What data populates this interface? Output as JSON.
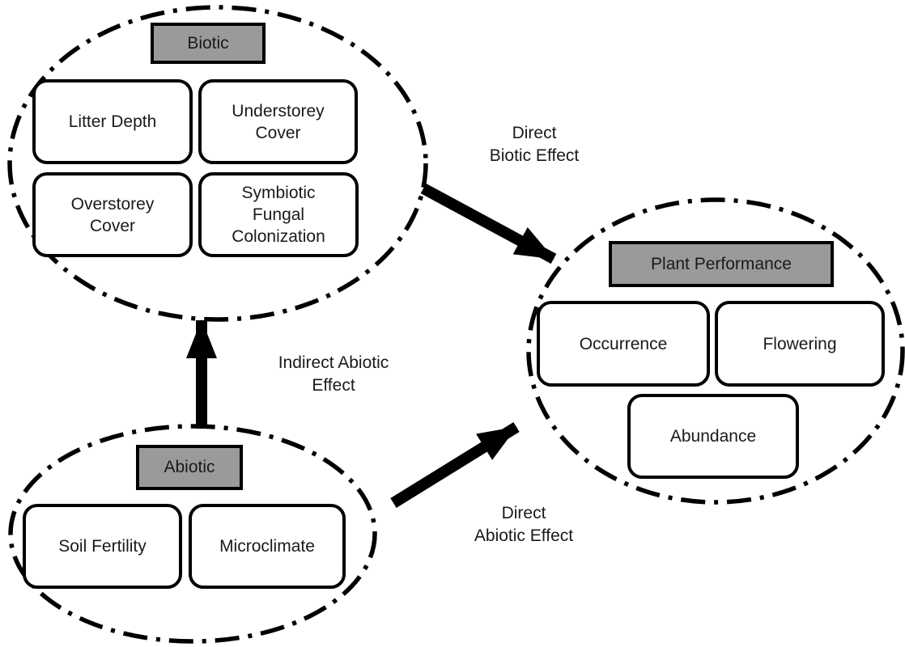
{
  "figure": {
    "groups": [
      {
        "key": "biotic",
        "label": "Biotic",
        "items": [
          {
            "label": "Litter Depth"
          },
          {
            "label": "Understorey Cover"
          },
          {
            "label": "Overstorey Cover"
          },
          {
            "label": "Symbiotic Fungal Colonization"
          }
        ]
      },
      {
        "key": "plant_performance",
        "label": "Plant Performance",
        "items": [
          {
            "label": "Occurrence"
          },
          {
            "label": "Flowering"
          },
          {
            "label": "Abundance"
          }
        ]
      },
      {
        "key": "abiotic",
        "label": "Abiotic",
        "items": [
          {
            "label": "Soil Fertility"
          },
          {
            "label": "Microclimate"
          }
        ]
      }
    ],
    "arrows": [
      {
        "from": "Biotic",
        "to": "Plant Performance",
        "label": "Direct Biotic Effect",
        "lines": [
          "Direct",
          "Biotic Effect"
        ]
      },
      {
        "from": "Abiotic",
        "to": "Biotic",
        "label": "Indirect Abiotic Effect",
        "lines": [
          "Indirect Abiotic",
          "Effect"
        ]
      },
      {
        "from": "Abiotic",
        "to": "Plant Performance",
        "label": "Direct Abiotic Effect",
        "lines": [
          "Direct",
          "Abiotic Effect"
        ]
      }
    ],
    "colors": {
      "header_fill": "#9a9a9a",
      "line": "#000000",
      "box_fill": "#ffffff",
      "text": "#1a1a1a"
    }
  }
}
